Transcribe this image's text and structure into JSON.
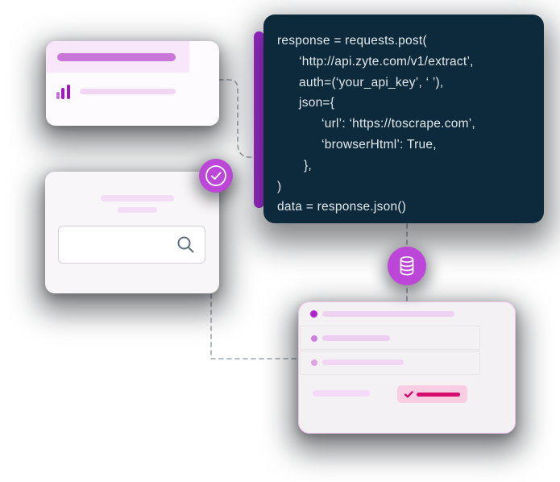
{
  "code_block": {
    "lines": [
      "response = requests.post(",
      "‘http://api.zyte.com/v1/extract’,",
      "auth=(‘your_api_key’, ‘ ’),",
      "json={",
      "‘url’: ‘https://toscrape.com’,",
      "‘browserHtml’: True,",
      "},",
      ")",
      "data = response.json()"
    ]
  },
  "icons": {
    "check_circle": "checkmark-in-ring",
    "database": "cylinder-stack",
    "search": "magnifying-glass",
    "bar_chart": "three-rising-bars",
    "badge_check": "checkmark"
  },
  "colors": {
    "code_background": "#0d2a3c",
    "code_text": "#e3e9eb",
    "accent_purple_bar": "#ab2be0",
    "circle_purple": "#bc46d8",
    "strong_pill_purple": "#c877d8",
    "bar_icon_magenta": "#a315c7",
    "light_pink_pill": "#f1d7f3",
    "result_dot_purple": "#ae25cf",
    "badge_background": "#f9cee2",
    "badge_foreground": "#d60b6e",
    "dashed_line_gray": "#9aa6ad",
    "card_background": "#f8f6f9",
    "page_background": "#ffffff"
  }
}
